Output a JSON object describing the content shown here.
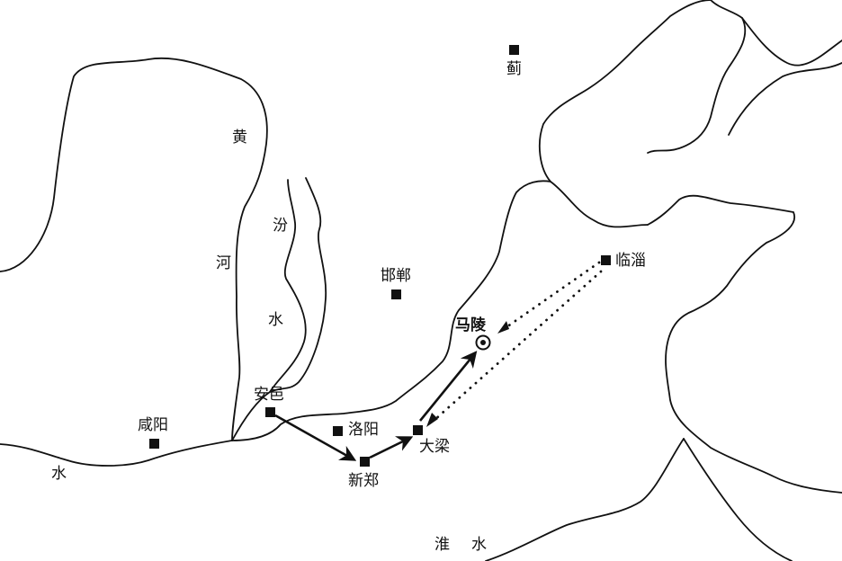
{
  "cities": {
    "ji": "蓟",
    "handan": "邯郸",
    "linzi": "临淄",
    "maling": "马陵",
    "anyi": "安邑",
    "luoyang": "洛阳",
    "daliang": "大梁",
    "xinzheng": "新郑",
    "xianyang": "咸阳"
  },
  "rivers": {
    "huang": "黄",
    "he": "河",
    "fen": "汾",
    "fen_shui": "水",
    "wei_shui": "水",
    "huai": "淮",
    "huai_shui": "水"
  },
  "colors": {
    "ink": "#111111",
    "background": "#ffffff"
  },
  "routes": {
    "solid": [
      "安邑",
      "新郑",
      "大梁",
      "马陵"
    ],
    "dotted": [
      "临淄",
      "大梁",
      "马陵"
    ]
  },
  "symbols": {
    "city": "filled-square",
    "battle_site": "circled-dot"
  }
}
